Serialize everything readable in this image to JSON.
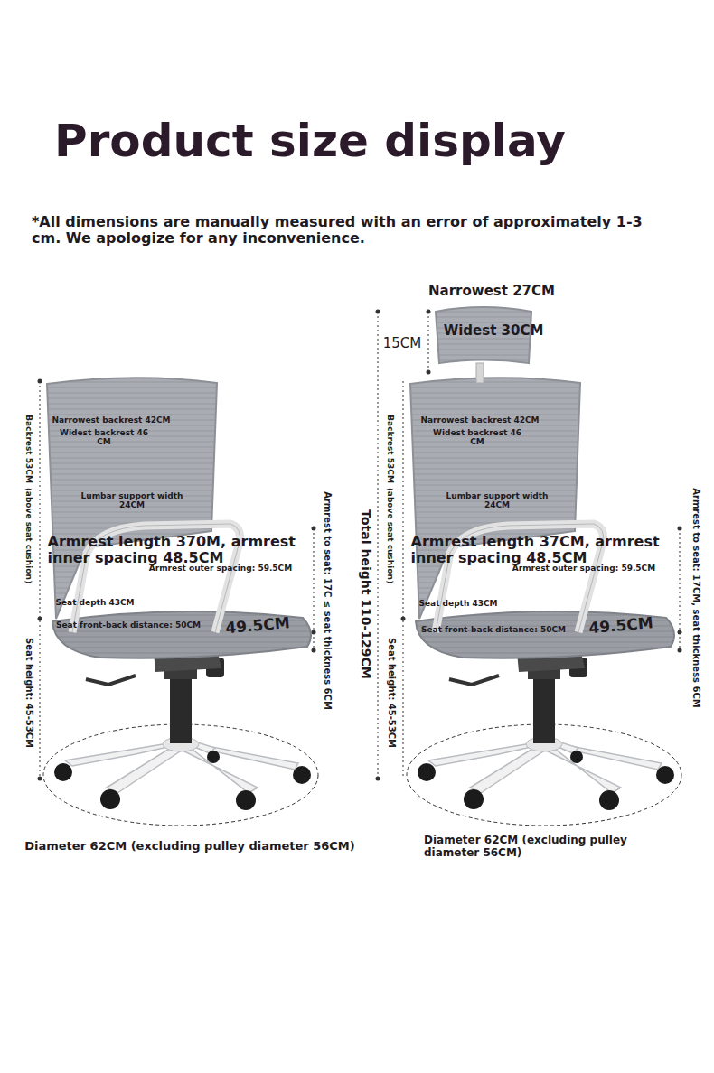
{
  "diagram": {
    "title": "Product size display",
    "labels": [
      "*All dimensions are manually measured with an error of approximately 1-3 cm. We apologize for any inconvenience.",
      "Backrest 53CM（above seat cushion）",
      "Narrowest backrest 42CM",
      "Widest backrest 46 CM",
      "Lumbar support width 24CM",
      "Armrest length 370M, armrest inner spacing 48.5CM",
      "Armrest outer spacing: 59.5CM",
      "Seat depth 43CM",
      "Seat front-back distance: 50CM",
      "49.5CM",
      "Armrest to seat: 17C ≤ seat thickness 6CM",
      "Seat height: 45-53CM",
      "Diameter 62CM (excluding pulley diameter 56CM)",
      "Narrowest 27CM",
      "Widest 30CM",
      "15CM",
      "Total height 110-129CM",
      "Backrest 53CM（above seat cushion）",
      "Narrowest backrest 42CM",
      "Widest backrest 46 CM",
      "Lumbar support width 24CM",
      "Armrest length 37CM, armrest inner spacing 48.5CM",
      "Armrest outer spacing: 59.5CM",
      "Seat depth 43CM",
      "Seat front-back distance: 50CM",
      "49.5CM",
      "Armrest to seat: 17CM, seat thickness 6CM",
      "Seat height: 45-53CM",
      "Diameter 62CM (excluding pulley diameter 56CM)"
    ]
  }
}
